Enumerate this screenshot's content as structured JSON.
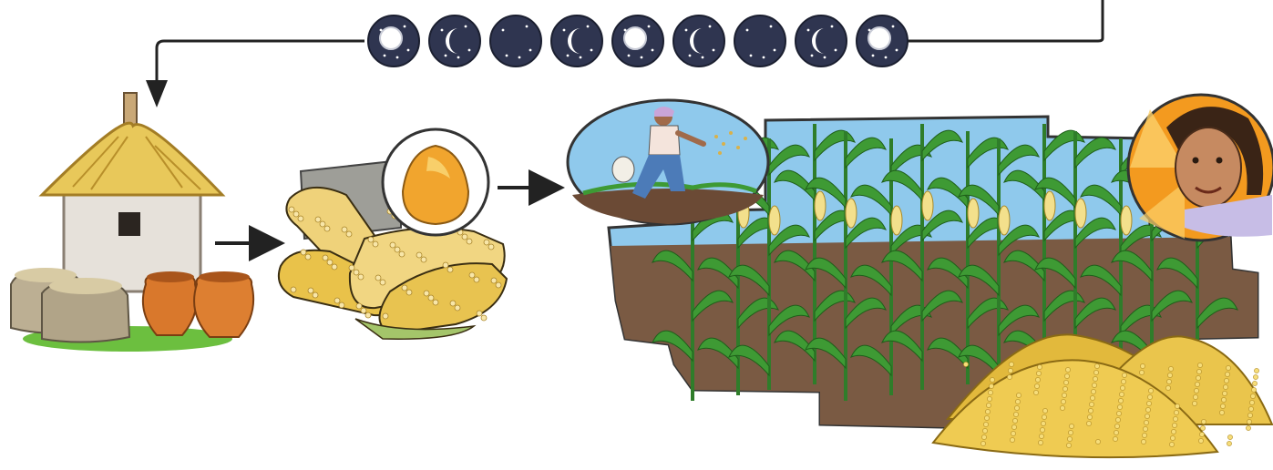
{
  "timeline": {
    "moon_phases": [
      "full",
      "crescent",
      "new",
      "crescent",
      "full",
      "crescent",
      "new",
      "crescent",
      "full"
    ],
    "line_color": "#222222",
    "moon_color": "#2f3550"
  },
  "stages": [
    {
      "name": "storage",
      "items": [
        "thatched-hut",
        "grain-sacks",
        "clay-pots"
      ]
    },
    {
      "name": "seed-selection",
      "items": [
        "corn-cobs",
        "single-kernel"
      ]
    },
    {
      "name": "sowing",
      "items": [
        "farmer-sowing-seeds"
      ]
    },
    {
      "name": "growth-and-harvest",
      "items": [
        "maize-field",
        "sun-portrait",
        "grain-piles"
      ]
    }
  ],
  "colors": {
    "thatch": "#e8c85a",
    "corn": "#e9c24a",
    "leaf": "#3e9a34",
    "soil": "#7a5a43",
    "sky": "#8fc9ec",
    "pot": "#d9782c",
    "sun": "#f39a1f"
  }
}
